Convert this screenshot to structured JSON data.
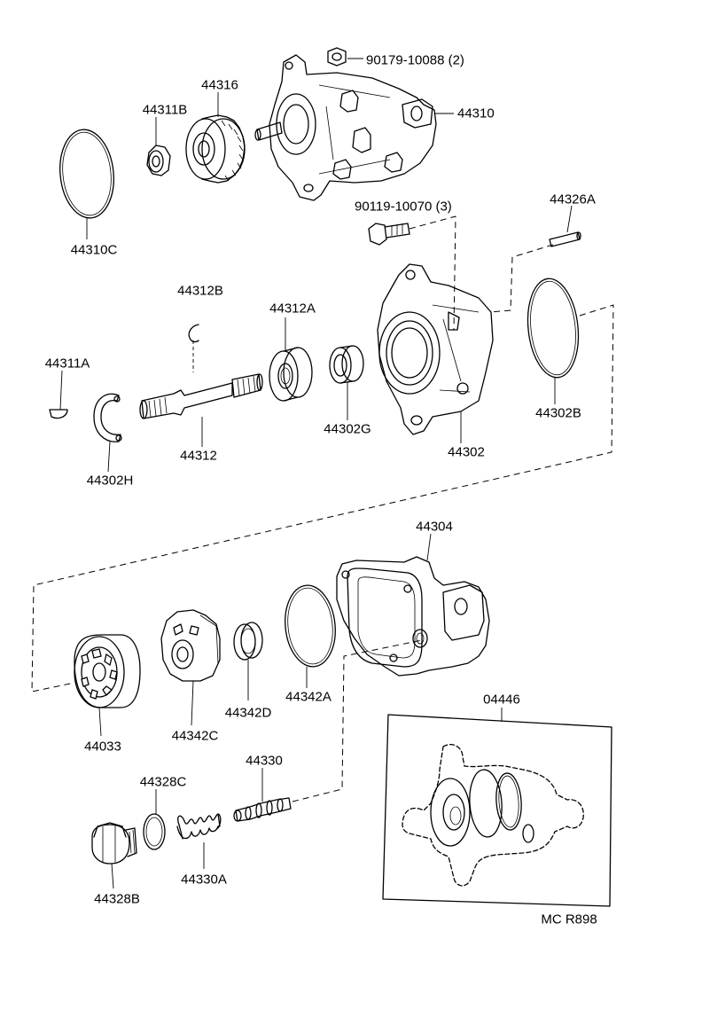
{
  "parts": [
    {
      "key": "p90179",
      "text": "90179-10088 (2)"
    },
    {
      "key": "p44316",
      "text": "44316"
    },
    {
      "key": "p44311b",
      "text": "44311B"
    },
    {
      "key": "p44310",
      "text": "44310"
    },
    {
      "key": "p44310c",
      "text": "44310C"
    },
    {
      "key": "p90119",
      "text": "90119-10070 (3)"
    },
    {
      "key": "p44326a",
      "text": "44326A"
    },
    {
      "key": "p44312b",
      "text": "44312B"
    },
    {
      "key": "p44312a",
      "text": "44312A"
    },
    {
      "key": "p44311a",
      "text": "44311A"
    },
    {
      "key": "p44312",
      "text": "44312"
    },
    {
      "key": "p44302g",
      "text": "44302G"
    },
    {
      "key": "p44302",
      "text": "44302"
    },
    {
      "key": "p44302b",
      "text": "44302B"
    },
    {
      "key": "p44302h",
      "text": "44302H"
    },
    {
      "key": "p44304",
      "text": "44304"
    },
    {
      "key": "p44033",
      "text": "44033"
    },
    {
      "key": "p44342c",
      "text": "44342C"
    },
    {
      "key": "p44342d",
      "text": "44342D"
    },
    {
      "key": "p44342a",
      "text": "44342A"
    },
    {
      "key": "p04446",
      "text": "04446"
    },
    {
      "key": "p44330",
      "text": "44330"
    },
    {
      "key": "p44328c",
      "text": "44328C"
    },
    {
      "key": "p44330a",
      "text": "44330A"
    },
    {
      "key": "p44328b",
      "text": "44328B"
    }
  ],
  "figure_code": "MC R898"
}
